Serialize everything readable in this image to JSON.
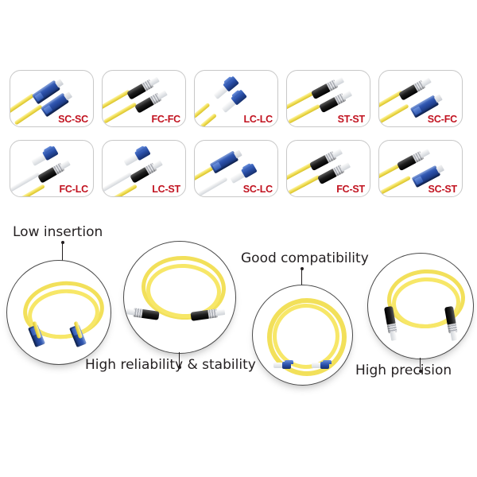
{
  "page": {
    "background_color": "#ffffff",
    "label_color": "#c1121f",
    "callout_text_color": "#231f20",
    "cable_color": "#f2e05a",
    "connector_blue": "#2a4fa8",
    "connector_black": "#1c1c1c",
    "connector_silver": "#c9cdd4"
  },
  "connector_grid": {
    "rows": 2,
    "columns": 5,
    "cards": [
      {
        "label": "SC-SC",
        "left_connector": "SC",
        "right_connector": "SC",
        "style": "duplex-sc"
      },
      {
        "label": "FC-FC",
        "left_connector": "FC",
        "right_connector": "FC",
        "style": "duplex-fc"
      },
      {
        "label": "LC-LC",
        "left_connector": "LC",
        "right_connector": "LC",
        "style": "duplex-lc"
      },
      {
        "label": "ST-ST",
        "left_connector": "ST",
        "right_connector": "ST",
        "style": "duplex-st"
      },
      {
        "label": "SC-FC",
        "left_connector": "SC",
        "right_connector": "FC",
        "style": "hybrid-sc-fc"
      },
      {
        "label": "FC-LC",
        "left_connector": "FC",
        "right_connector": "LC",
        "style": "hybrid-fc-lc"
      },
      {
        "label": "LC-ST",
        "left_connector": "LC",
        "right_connector": "ST",
        "style": "hybrid-lc-st"
      },
      {
        "label": "SC-LC",
        "left_connector": "SC",
        "right_connector": "LC",
        "style": "hybrid-sc-lc"
      },
      {
        "label": "FC-ST",
        "left_connector": "FC",
        "right_connector": "ST",
        "style": "hybrid-fc-st"
      },
      {
        "label": "SC-ST",
        "left_connector": "SC",
        "right_connector": "ST",
        "style": "hybrid-sc-st"
      }
    ]
  },
  "features": [
    {
      "text": "Low insertion",
      "connector_shown": "SC duplex",
      "label_position": "above",
      "cable_form": "coiled duplex"
    },
    {
      "text": "High reliability & stability",
      "connector_shown": "FC duplex",
      "label_position": "below",
      "cable_form": "coiled duplex"
    },
    {
      "text": "Good compatibility",
      "connector_shown": "LC duplex",
      "label_position": "above",
      "cable_form": "large coil"
    },
    {
      "text": "High precision",
      "connector_shown": "FC simplex",
      "label_position": "below",
      "cable_form": "coiled simplex"
    }
  ]
}
